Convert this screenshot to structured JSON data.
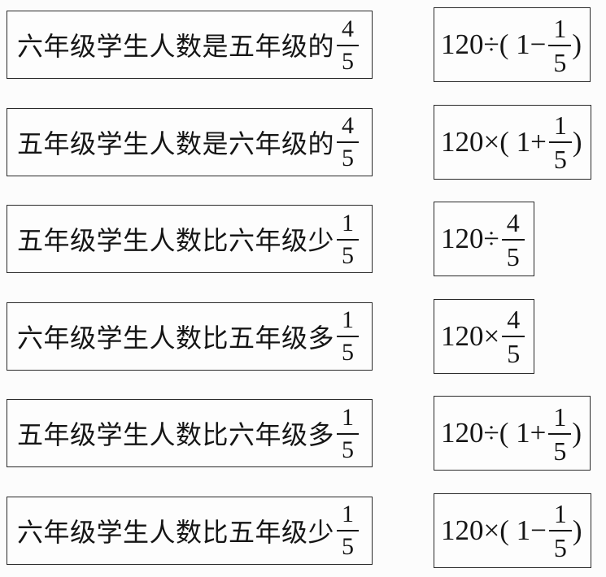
{
  "page": {
    "background": "#fcfcfc",
    "box_border_color": "#2a2a2a",
    "text_color": "#151515"
  },
  "rows": [
    {
      "left": {
        "text": "六年级学生人数是五年级的",
        "frac": {
          "num": "4",
          "den": "5"
        }
      },
      "right": {
        "pre": "120÷( 1−",
        "frac": {
          "num": "1",
          "den": "5"
        },
        "post": " )"
      }
    },
    {
      "left": {
        "text": "五年级学生人数是六年级的",
        "frac": {
          "num": "4",
          "den": "5"
        }
      },
      "right": {
        "pre": "120×( 1+",
        "frac": {
          "num": "1",
          "den": "5"
        },
        "post": " )"
      }
    },
    {
      "left": {
        "text": "五年级学生人数比六年级少",
        "frac": {
          "num": "1",
          "den": "5"
        }
      },
      "right": {
        "pre": "120÷",
        "frac": {
          "num": "4",
          "den": "5"
        },
        "post": ""
      }
    },
    {
      "left": {
        "text": "六年级学生人数比五年级多",
        "frac": {
          "num": "1",
          "den": "5"
        }
      },
      "right": {
        "pre": "120×",
        "frac": {
          "num": "4",
          "den": "5"
        },
        "post": ""
      }
    },
    {
      "left": {
        "text": "五年级学生人数比六年级多",
        "frac": {
          "num": "1",
          "den": "5"
        }
      },
      "right": {
        "pre": "120÷( 1+",
        "frac": {
          "num": "1",
          "den": "5"
        },
        "post": " )"
      }
    },
    {
      "left": {
        "text": "六年级学生人数比五年级少",
        "frac": {
          "num": "1",
          "den": "5"
        }
      },
      "right": {
        "pre": "120×( 1−",
        "frac": {
          "num": "1",
          "den": "5"
        },
        "post": " )"
      }
    }
  ]
}
